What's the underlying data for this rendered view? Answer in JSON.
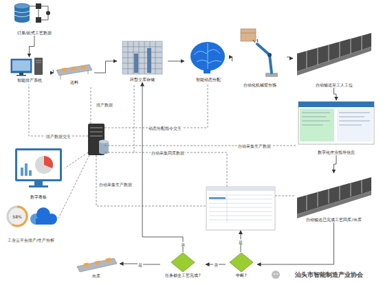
{
  "diagram": {
    "nodes": [
      {
        "text": [
          "订单/款式工艺数据"
        ]
      },
      {
        "text": [
          "智能排产系统"
        ]
      },
      {
        "text": [
          "送料"
        ]
      },
      {
        "text": [
          "环型立库存储"
        ]
      },
      {
        "text": [
          "智能动态分配"
        ]
      },
      {
        "text": [
          "自动化机械臂分拣"
        ]
      },
      {
        "text": [
          "自动输送至工人工位"
        ]
      },
      {
        "text": [
          "数字化作业指导信息"
        ]
      },
      {
        "text": [
          "自动输送已完成工艺回库/出库"
        ]
      },
      {
        "text": [
          "中断?"
        ]
      },
      {
        "text": [
          "任务都全工艺完成?"
        ]
      },
      {
        "text": [
          "出库"
        ]
      },
      {
        "text": [
          "数字看板"
        ]
      },
      {
        "text": [
          "工业云平台排产/生产分析"
        ]
      }
    ],
    "edges": [
      {
        "from": 0,
        "to": 1,
        "arrow": "to"
      },
      {
        "from": 1,
        "to": 2,
        "arrow": "to"
      },
      {
        "from": 2,
        "to": 3,
        "arrow": "to"
      },
      {
        "from": 3,
        "to": 4,
        "arrow": "to"
      },
      {
        "from": 4,
        "to": 5,
        "arrow": "to"
      },
      {
        "from": 5,
        "to": 6,
        "arrow": "to"
      },
      {
        "from": 6,
        "to": 7,
        "arrow": "to"
      },
      {
        "from": 7,
        "to": 8,
        "arrow": "to"
      },
      {
        "from": 8,
        "to": 9,
        "arrow": "to"
      },
      {
        "from": 9,
        "to": 10,
        "label": "否",
        "arrow": "to"
      },
      {
        "from": 10,
        "to": 11,
        "label": "是",
        "arrow": "to"
      },
      {
        "from": 10,
        "to": 3,
        "label": "否",
        "arrow": "to"
      }
    ],
    "labels": [
      "排产数据",
      "动态分配指令交互",
      "排产数据交互",
      "自动采集生产数据",
      "自动采集回库数据",
      "自动采集生产数据",
      "是",
      "58%",
      "汕头市智能制造产业协会"
    ]
  }
}
